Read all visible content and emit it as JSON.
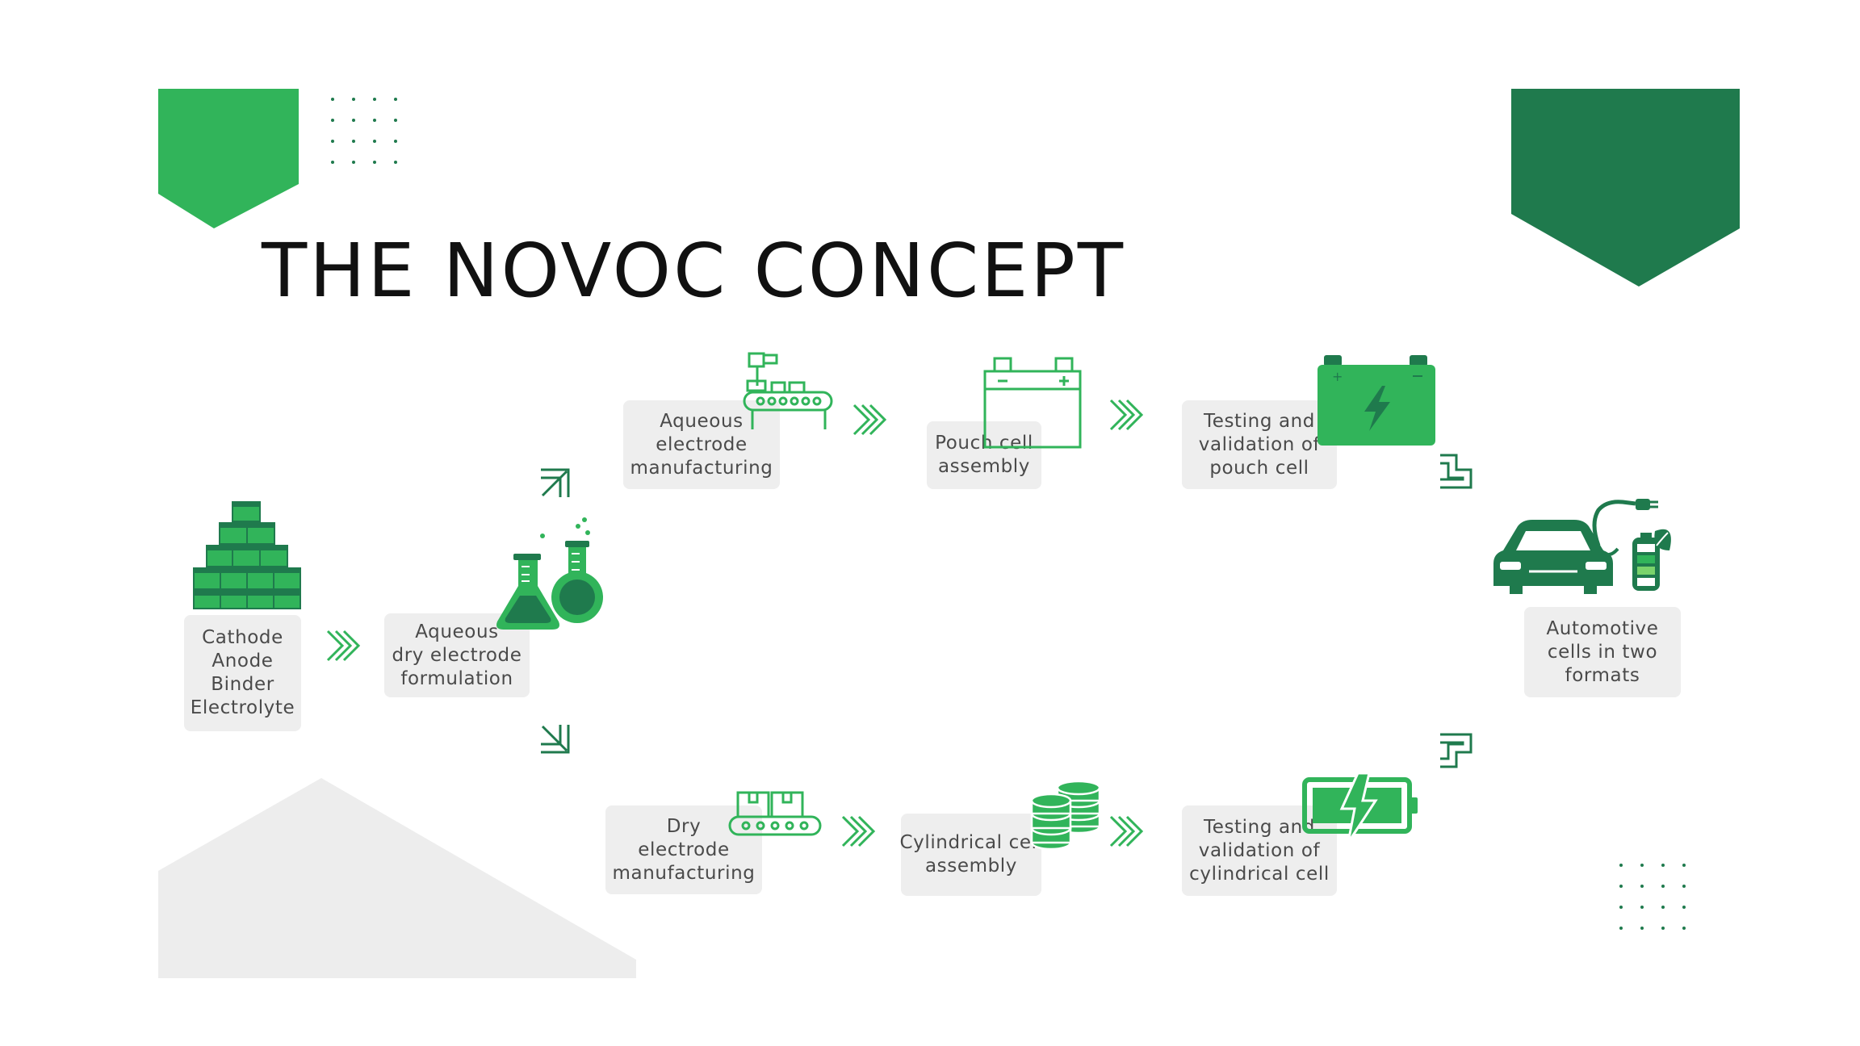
{
  "title": "THE NOVOC CONCEPT",
  "colors": {
    "green_light": "#31b45a",
    "green_dark": "#1f7a4d",
    "box_gray": "#eeeeee",
    "decor_gray": "#ededed"
  },
  "nodes": {
    "materials": [
      "Cathode",
      "Anode",
      "Binder",
      "Electrolyte"
    ],
    "formulation": [
      "Aqueous",
      "dry electrode",
      "formulation"
    ],
    "aqueous_mfg": [
      "Aqueous",
      "electrode",
      "manufacturing"
    ],
    "pouch_assembly": [
      "Pouch cell",
      "assembly"
    ],
    "pouch_testing": [
      "Testing and",
      "validation of",
      "pouch cell"
    ],
    "dry_mfg": [
      "Dry",
      "electrode",
      "manufacturing"
    ],
    "cyl_assembly": [
      "Cylindrical cell",
      "assembly"
    ],
    "cyl_testing": [
      "Testing and",
      "validation of",
      "cylindrical cell"
    ],
    "automotive": [
      "Automotive",
      "cells in two",
      "formats"
    ]
  },
  "icons": {
    "materials": "stacked-crates-icon",
    "formulation": "chemistry-flasks-icon",
    "aqueous_mfg": "robot-conveyor-icon",
    "pouch_assembly": "battery-outline-icon",
    "pouch_testing": "car-battery-icon",
    "dry_mfg": "box-conveyor-icon",
    "cyl_assembly": "coin-stack-icon",
    "cyl_testing": "charging-battery-icon",
    "automotive": "electric-car-icon"
  }
}
